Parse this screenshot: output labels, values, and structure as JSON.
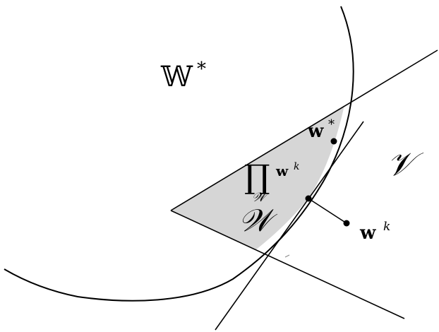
{
  "labels": {
    "region_bb_W": "𝕎",
    "region_bb_W_sup": "*",
    "point_wstar_base": "w",
    "point_wstar_sup": "*",
    "prod_symbol": "∏",
    "prod_subscript": "𝒲",
    "prod_arg_base": "w",
    "prod_arg_sup": "k",
    "region_W": "𝒲",
    "region_V": "𝒱",
    "point_wk_base": "w",
    "point_wk_sup": "k"
  },
  "colors": {
    "stroke": "#000000",
    "feasible_fill": "#d6d6d6",
    "background": "#ffffff"
  }
}
